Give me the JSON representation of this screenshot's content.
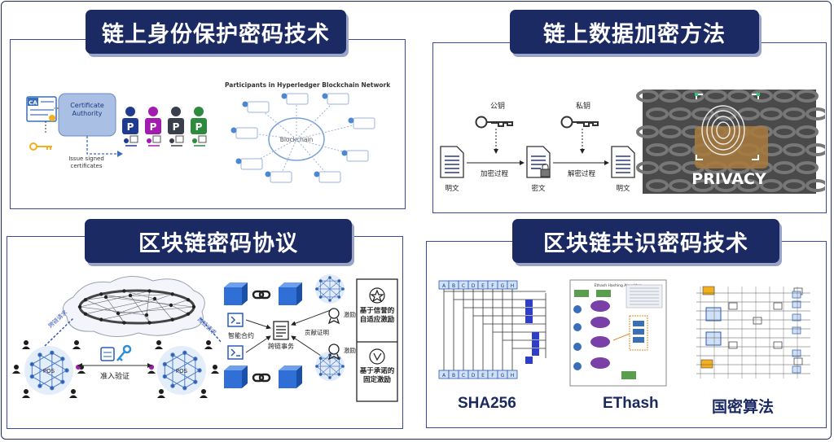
{
  "panels": {
    "identity": {
      "title": "链上身份保护密码技术",
      "ca_label": "CA",
      "cert_authority": "Certificate Authority",
      "issue_note": "Issue signed certificates",
      "participant_letter": "P",
      "network_title": "Participants in Hyperledger Blockchain Network",
      "blockchain_label": "Blockchain"
    },
    "encryption": {
      "title": "链上数据加密方法",
      "public_key": "公钥",
      "private_key": "私钥",
      "encrypt_process": "加密过程",
      "decrypt_process": "解密过程",
      "plaintext": "明文",
      "ciphertext": "密文",
      "plaintext2": "明文",
      "privacy_label": "PRIVACY"
    },
    "protocol": {
      "title": "区块链密码协议",
      "cross_chain_1": "跨链请求",
      "cross_chain_2": "跨链请求",
      "pos": "POS",
      "pos2": "POS",
      "access_verify": "准入验证",
      "smart_contract": "智能合约",
      "cross_chain_tx": "跨链事务",
      "contribution_proof": "贡献证明",
      "incentive_1": "激励",
      "incentive_2": "激励",
      "credit_incentive": "基于信誉的自适应激励",
      "promise_incentive": "基于承诺的固定激励"
    },
    "consensus": {
      "title": "区块链共识密码技术",
      "sha_label": "SHA256",
      "ethash_label": "EThash",
      "guomi_label": "国密算法",
      "ethash_header": "Ethash Hashing Algorithm"
    }
  },
  "colors": {
    "navy": "#1b2a63",
    "border": "#3b4a9c",
    "participant_colors": [
      "#1f3b8f",
      "#a21caf",
      "#3a3f4b",
      "#2e8b3d"
    ]
  }
}
